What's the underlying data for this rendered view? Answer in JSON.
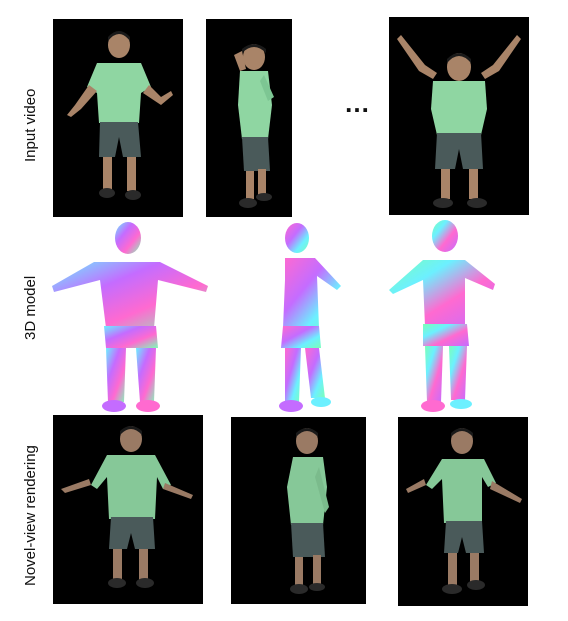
{
  "rows": [
    {
      "label": "Input video"
    },
    {
      "label": "3D model"
    },
    {
      "label": "Novel-view rendering"
    }
  ],
  "ellipsis": "…",
  "colors": {
    "panel_background": "#000000",
    "shirt": "#8fd6a2",
    "shorts": "#4a5a5a",
    "skin": "#b08a6e",
    "hair": "#1a1a1a",
    "normal_map": [
      "#6cf0ff",
      "#c46cff",
      "#ff6ad0",
      "#7bffb8"
    ]
  },
  "icons": [
    "person-front-arms-down",
    "person-side",
    "person-arms-up",
    "mesh-front",
    "mesh-side",
    "mesh-three-quarter",
    "render-front",
    "render-side",
    "render-three-quarter"
  ]
}
